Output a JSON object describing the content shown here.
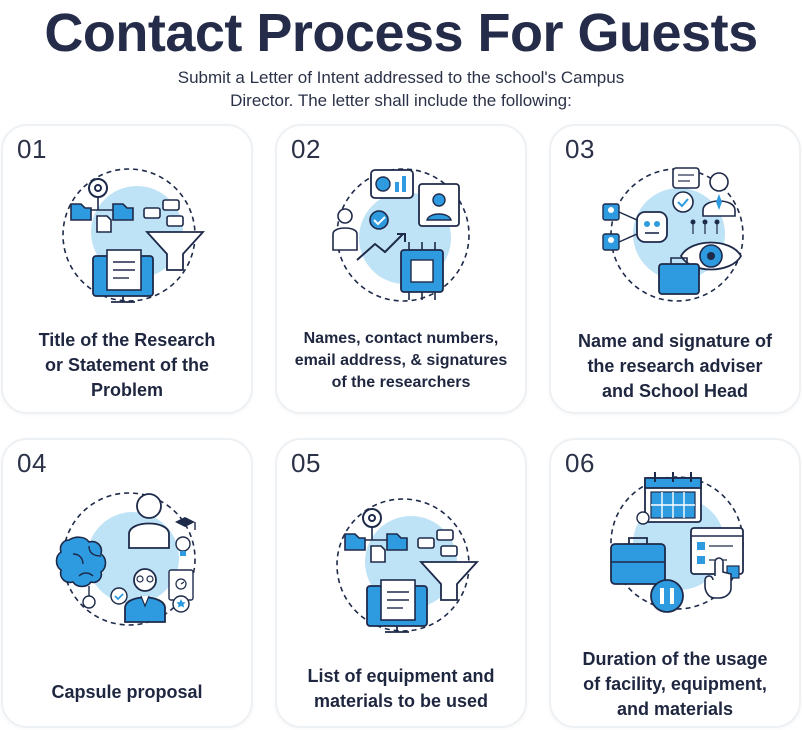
{
  "header": {
    "title": "Contact Process For Guests",
    "subtitle_line1": "Submit a Letter of Intent addressed to the school's Campus",
    "subtitle_line2": "Director. The letter shall include the following:"
  },
  "colors": {
    "accent_light": "#bfe3f6",
    "accent_blue": "#2e9be0",
    "outline": "#1e2a4a"
  },
  "steps": [
    {
      "number": "01",
      "icon": "documents-funnel-icon",
      "lines": [
        "Title of the Research",
        "or Statement of the",
        "Problem"
      ]
    },
    {
      "number": "02",
      "icon": "researchers-chip-icon",
      "lines": [
        "Names, contact numbers,",
        "email address, & signatures",
        "of the researchers"
      ]
    },
    {
      "number": "03",
      "icon": "adviser-robot-eye-icon",
      "lines": [
        "Name and signature of",
        "the research adviser",
        "and School Head"
      ]
    },
    {
      "number": "04",
      "icon": "brain-people-icon",
      "lines": [
        "Capsule proposal"
      ]
    },
    {
      "number": "05",
      "icon": "documents-funnel-icon",
      "lines": [
        "List of equipment and",
        "materials to be used"
      ]
    },
    {
      "number": "06",
      "icon": "calendar-briefcase-icon",
      "lines": [
        "Duration of the usage",
        "of facility, equipment,",
        "and materials"
      ]
    }
  ]
}
